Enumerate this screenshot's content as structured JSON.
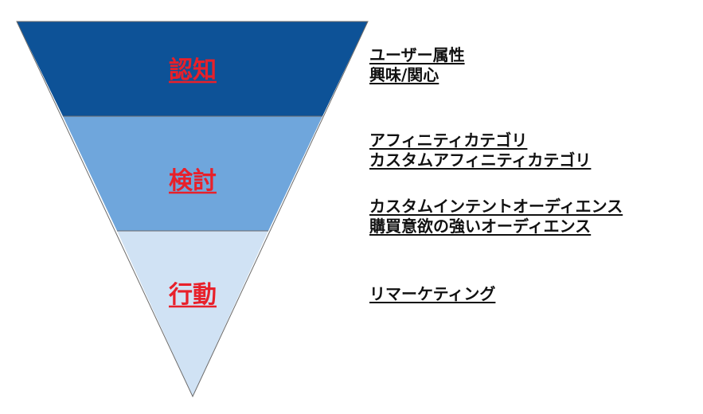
{
  "funnel": {
    "stages": [
      {
        "label": "認知",
        "color": "#0d5297",
        "targets": [
          "ユーザー属性",
          "興味/関心"
        ]
      },
      {
        "label": "検討",
        "color": "#6fa6dc",
        "targets": [
          "アフィニティカテゴリ",
          "カスタムアフィニティカテゴリ",
          "カスタムインテントオーディエンス",
          "購買意欲の強いオーディエンス"
        ]
      },
      {
        "label": "行動",
        "color": "#d0e2f4",
        "targets": [
          "リマーケティング"
        ]
      }
    ],
    "label_color": "#e8202a",
    "outline_color": "#6b6b6b"
  }
}
